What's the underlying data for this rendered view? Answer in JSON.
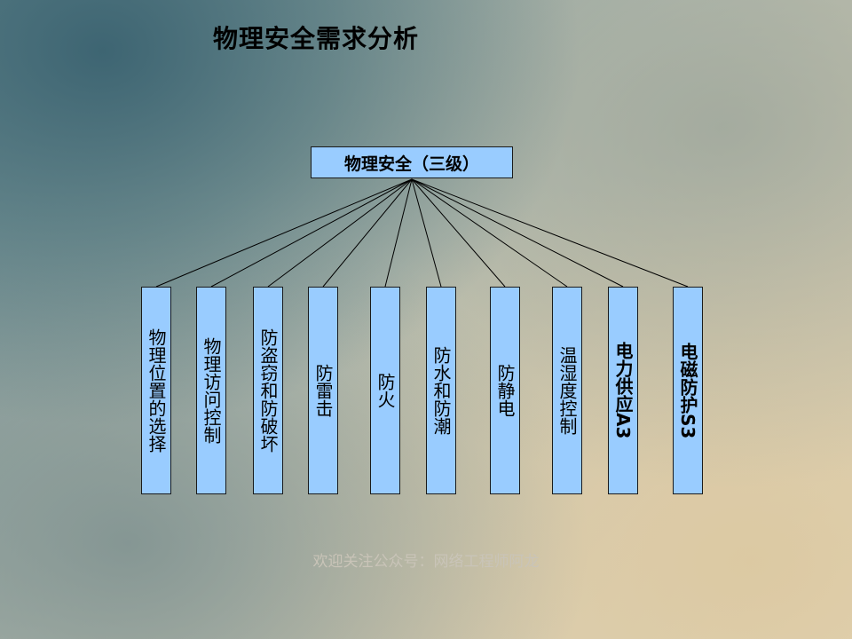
{
  "title": "物理安全需求分析",
  "root_label": "物理安全（三级）",
  "leaves": [
    {
      "label": "物理位置的选择"
    },
    {
      "label": "物理访问控制"
    },
    {
      "label": "防盗窃和防破坏"
    },
    {
      "label": "防雷击"
    },
    {
      "label": "防火"
    },
    {
      "label": "防水和防潮"
    },
    {
      "label": "防静电"
    },
    {
      "label": "温湿度控制"
    },
    {
      "label": "电力供应A3"
    },
    {
      "label": "电磁防护S3"
    }
  ],
  "footer": "欢迎关注公众号：网络工程师阿龙",
  "colors": {
    "box_fill": "#99ccff",
    "box_border": "#1a1a1a",
    "connector": "#000000"
  }
}
